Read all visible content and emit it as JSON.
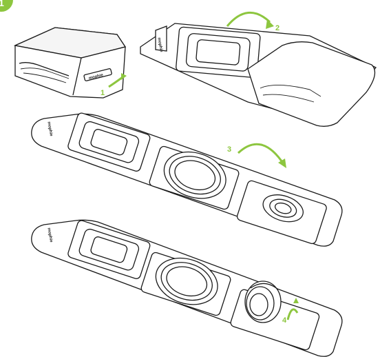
{
  "brand": "mophie",
  "badge": "1",
  "steps": [
    "1",
    "2",
    "3",
    "4"
  ],
  "colors": {
    "accent": "#8dc63f",
    "line": "#1a1a1a",
    "background": "#ffffff"
  },
  "icons": [
    "circle-badge-icon",
    "curved-arrow-icon"
  ]
}
